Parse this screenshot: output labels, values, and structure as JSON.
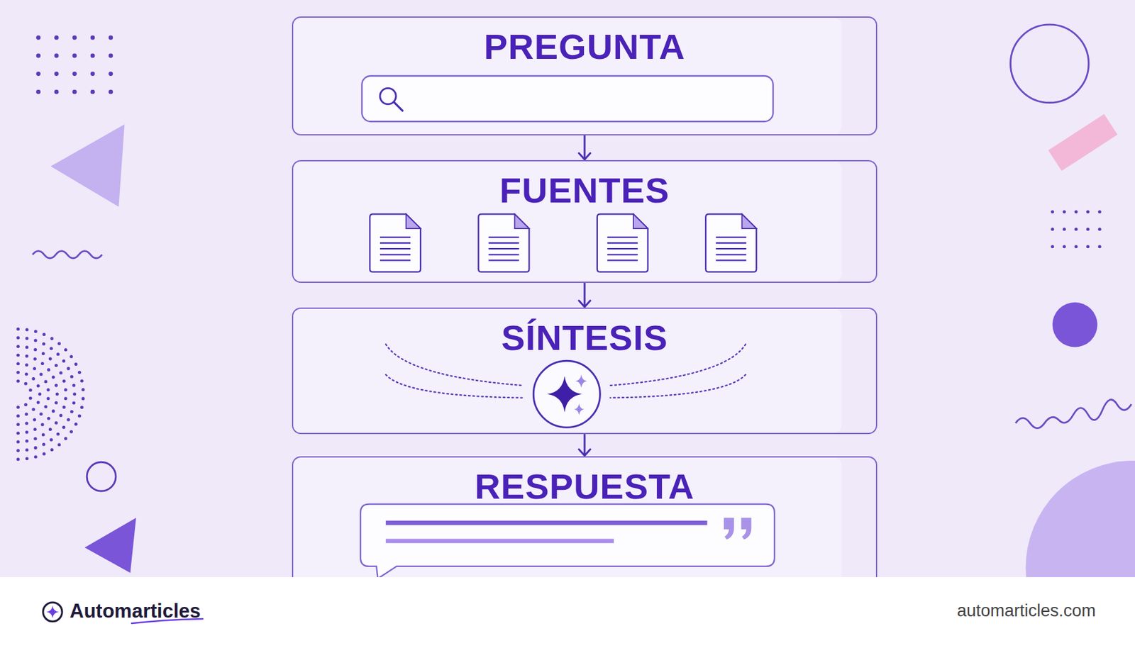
{
  "diagram": {
    "nodes": [
      {
        "text": [
          "PREGUNTA"
        ]
      },
      {
        "text": [
          "FUENTES"
        ]
      },
      {
        "text": [
          "SÍNTESIS"
        ]
      },
      {
        "text": [
          "RESPUESTA"
        ]
      }
    ],
    "edges": [
      {
        "from": 0,
        "to": 1,
        "arrow": "to"
      },
      {
        "from": 1,
        "to": 2,
        "arrow": "to"
      },
      {
        "from": 2,
        "to": 3,
        "arrow": "to"
      }
    ],
    "labels": [
      "Automarticles",
      "automarticles.com"
    ]
  }
}
